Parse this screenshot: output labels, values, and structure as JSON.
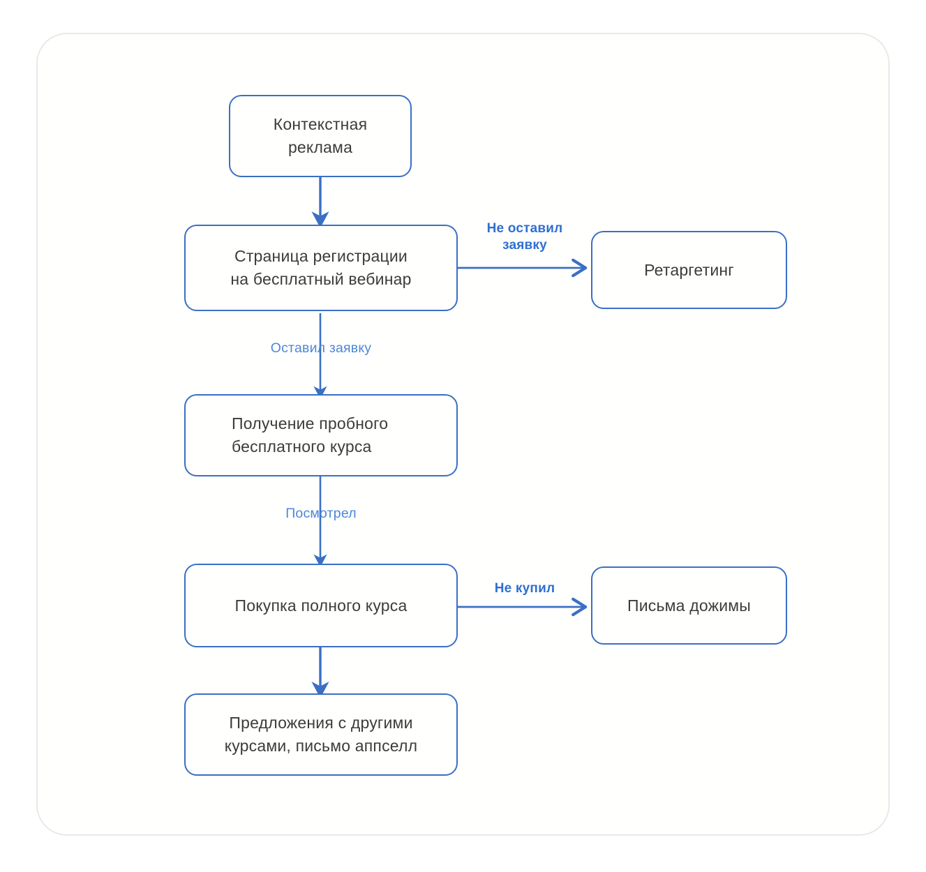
{
  "diagram": {
    "title_visible": false,
    "accent_color": "#3a6fc4",
    "label_color": "#2f6fd0",
    "node_text_color": "#3c3c3c",
    "card_border_color": "#e9e9e9",
    "background_color": "#ffffff",
    "nodes": [
      {
        "id": "context-ad",
        "line1": "Контекстная",
        "line2": "реклама"
      },
      {
        "id": "registration",
        "line1": "Страница регистрации",
        "line2": "на бесплатный вебинар"
      },
      {
        "id": "retargeting",
        "line1": "Ретаргетинг",
        "line2": ""
      },
      {
        "id": "trial-course",
        "line1": "Получение пробного",
        "line2": "бесплатного  курса"
      },
      {
        "id": "full-purchase",
        "line1": "Покупка полного курса",
        "line2": ""
      },
      {
        "id": "followup-emails",
        "line1": "Письма дожимы",
        "line2": ""
      },
      {
        "id": "upsell-offers",
        "line1": "Предложения с другими",
        "line2": "курсами, письмо аппселл"
      }
    ],
    "edges": [
      {
        "id": "ad-to-registration",
        "label": ""
      },
      {
        "id": "registration-to-retargeting",
        "label": "Не оставил\nзаявку"
      },
      {
        "id": "registration-to-trial",
        "label": "Оставил заявку"
      },
      {
        "id": "trial-to-purchase",
        "label": "Посмотрел"
      },
      {
        "id": "purchase-to-followup",
        "label": "Не купил"
      },
      {
        "id": "purchase-to-upsell",
        "label": ""
      }
    ]
  }
}
